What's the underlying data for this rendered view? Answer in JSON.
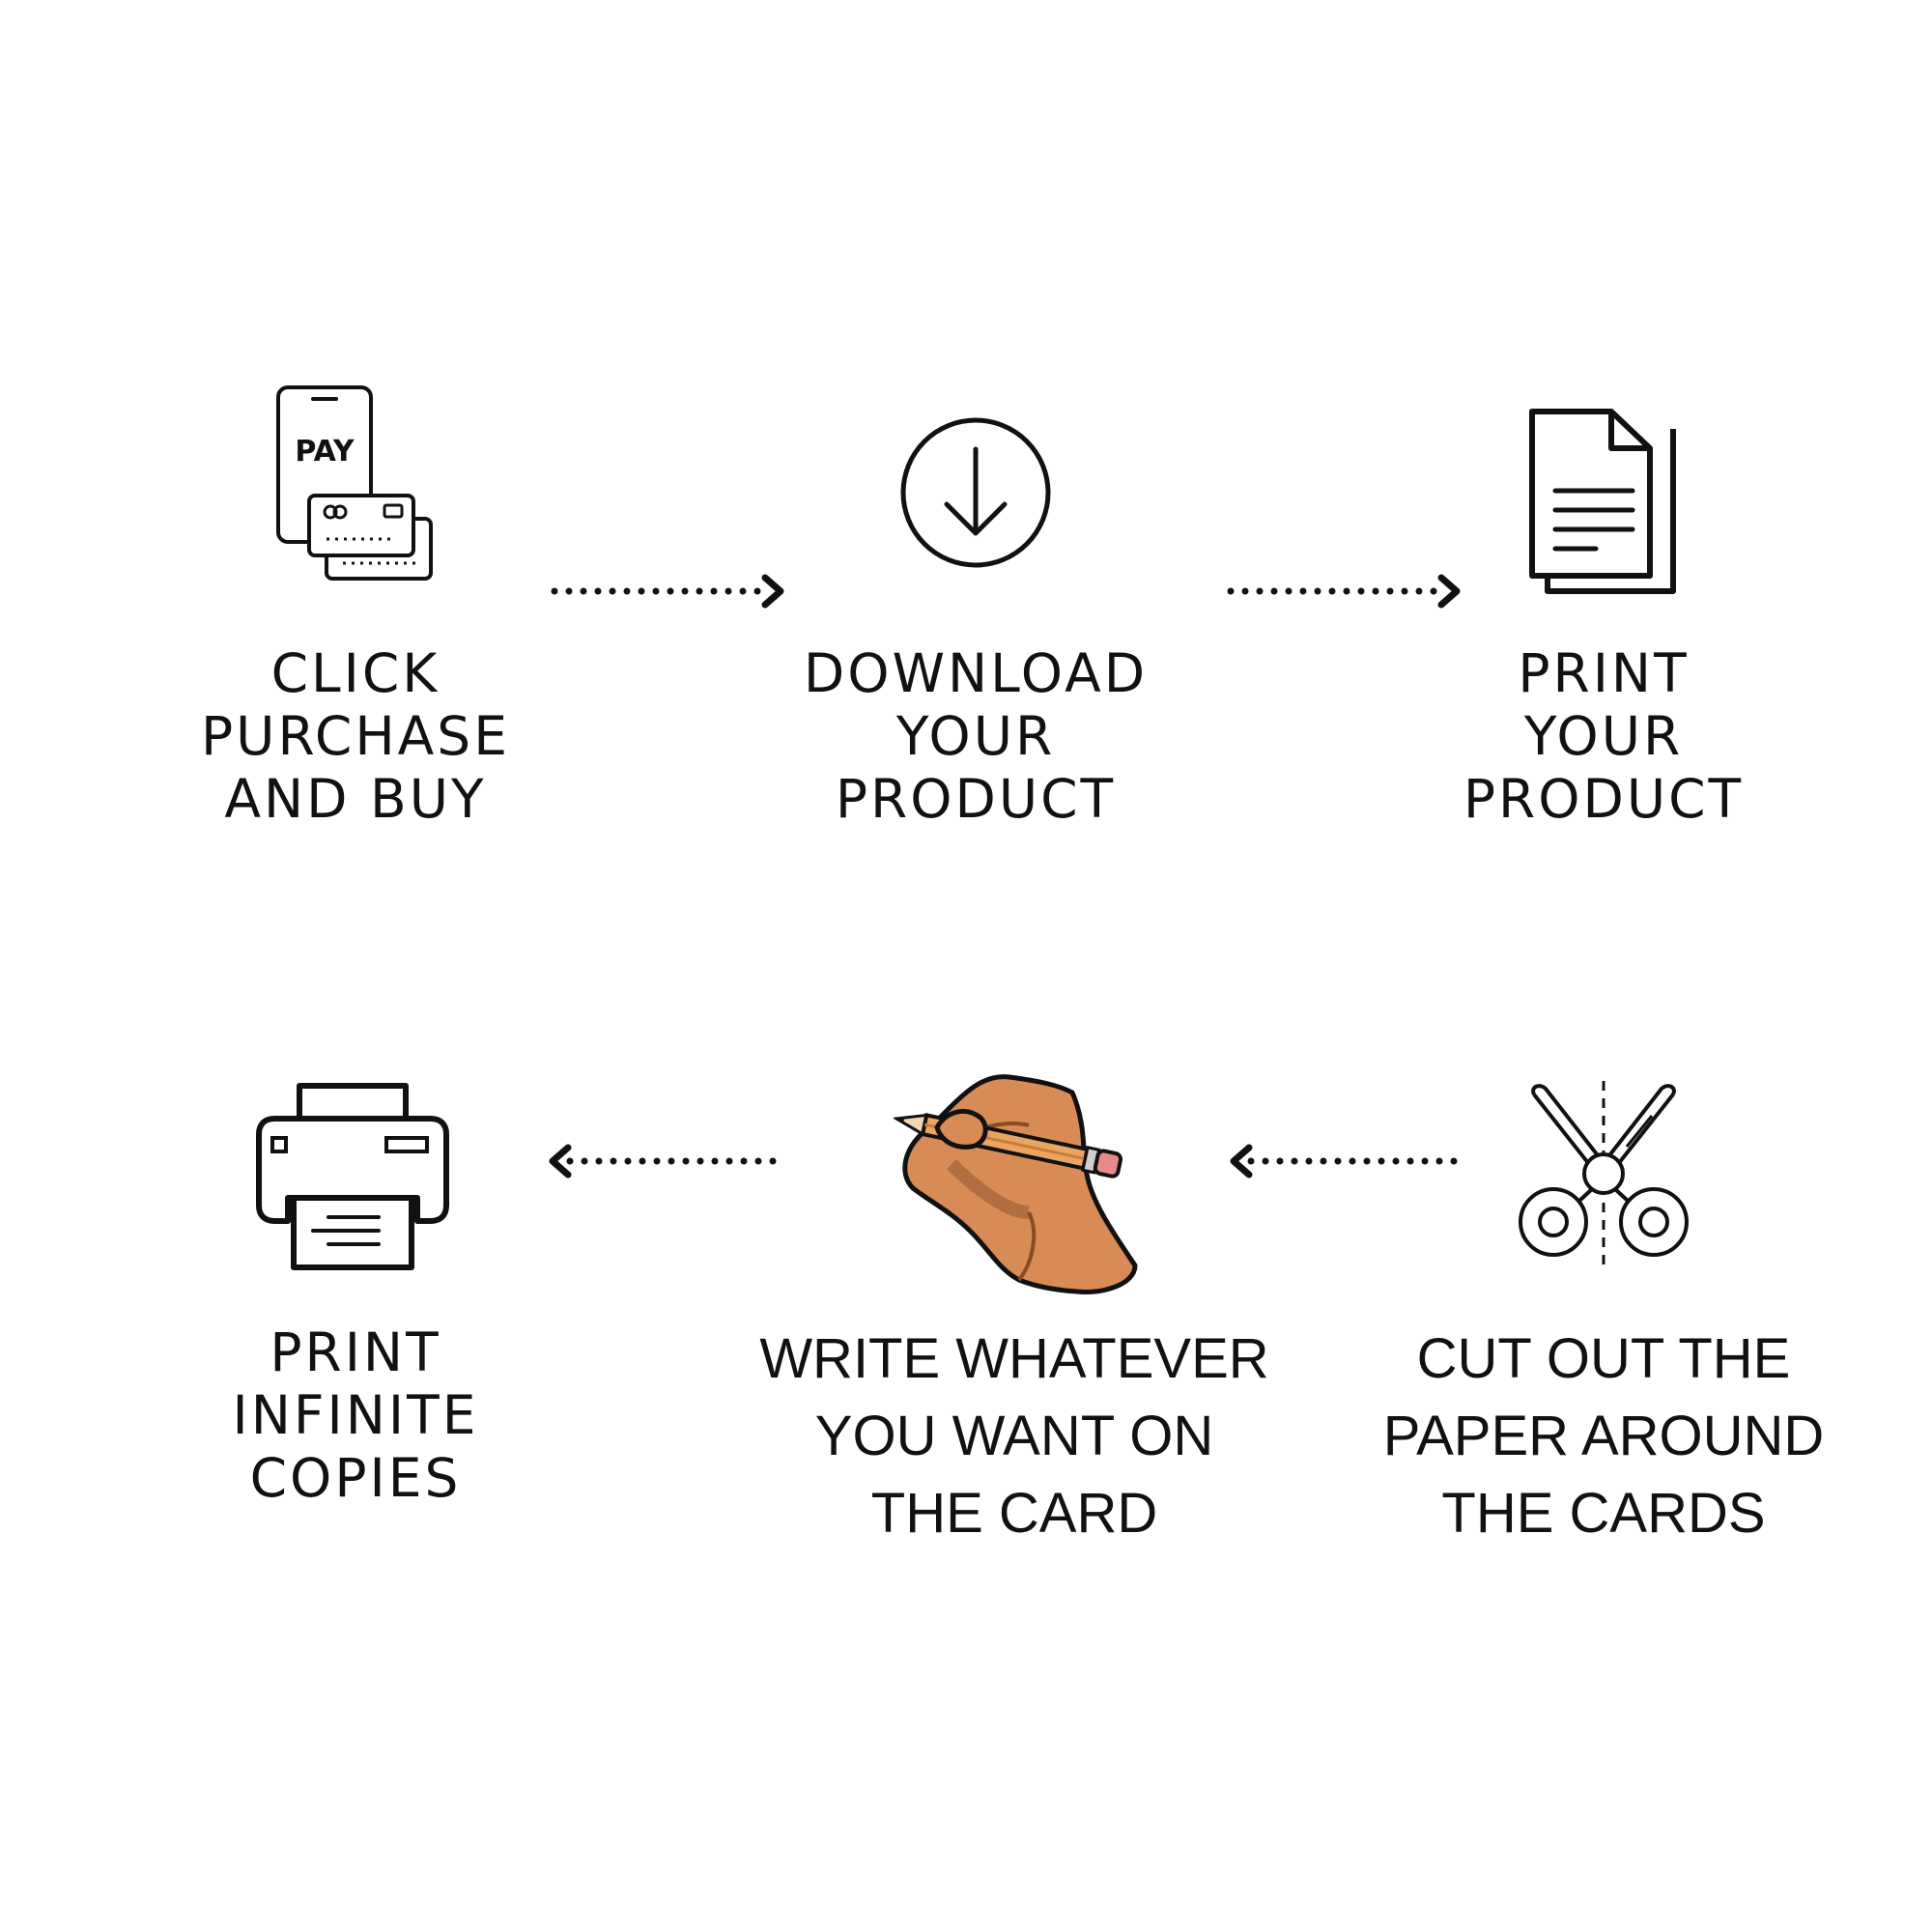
{
  "steps": [
    {
      "label_lines": [
        "CLICK",
        "PURCHASE",
        "AND BUY"
      ],
      "icon": "pay-icon",
      "icon_text": "PAY"
    },
    {
      "label_lines": [
        "DOWNLOAD",
        "YOUR",
        "PRODUCT"
      ],
      "icon": "download-icon"
    },
    {
      "label_lines": [
        "PRINT",
        "YOUR",
        "PRODUCT"
      ],
      "icon": "document-icon"
    },
    {
      "label_lines": [
        "CUT OUT THE",
        "PAPER AROUND",
        "THE CARDS"
      ],
      "icon": "scissors-icon"
    },
    {
      "label_lines": [
        "WRITE WHATEVER",
        "YOU WANT ON",
        "THE CARD"
      ],
      "icon": "hand-pencil-icon"
    },
    {
      "label_lines": [
        "PRINT",
        "INFINITE",
        "COPIES"
      ],
      "icon": "printer-icon"
    }
  ],
  "arrows": [
    {
      "direction": "right"
    },
    {
      "direction": "right"
    },
    {
      "direction": "left"
    },
    {
      "direction": "left"
    }
  ],
  "colors": {
    "ink": "#111111",
    "background": "#ffffff",
    "skin": "#d88b55",
    "pencil": "#e9a562",
    "eraser": "#e88a8a"
  }
}
